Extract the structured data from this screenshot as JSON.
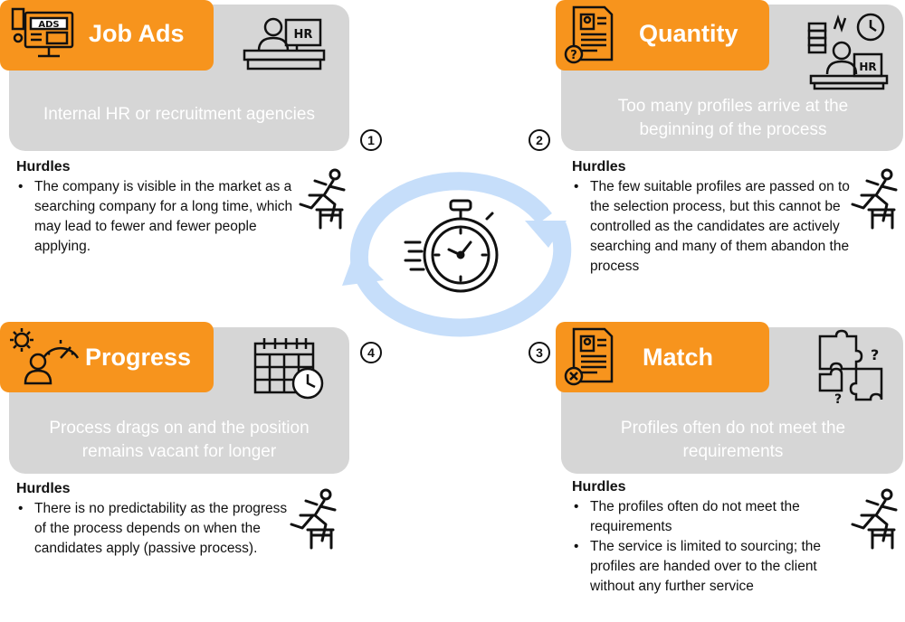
{
  "steps": [
    {
      "number": "1",
      "title": "Job Ads",
      "description": "Internal HR or recruitment agencies",
      "hurdles_heading": "Hurdles",
      "hurdles": [
        "The company is visible in the market as a searching company for a long time, which may lead to fewer and fewer people applying."
      ],
      "icon_tab": "monitor-ads-icon",
      "icon_side": "hr-desk-icon"
    },
    {
      "number": "2",
      "title": "Quantity",
      "description": "Too many profiles arrive at the beginning of the process",
      "hurdles_heading": "Hurdles",
      "hurdles": [
        "The few suitable profiles are passed on to the selection process, but this cannot be controlled as the candidates are actively searching and many of them abandon the process"
      ],
      "icon_tab": "resume-question-icon",
      "icon_side": "stressed-hr-icon"
    },
    {
      "number": "3",
      "title": "Match",
      "description": "Profiles often do not meet the requirements",
      "hurdles_heading": "Hurdles",
      "hurdles": [
        "The profiles often do not meet the requirements",
        "The service is limited to sourcing; the profiles are handed over to the client without any further service"
      ],
      "icon_tab": "resume-rejected-icon",
      "icon_side": "puzzle-icon"
    },
    {
      "number": "4",
      "title": "Progress",
      "description": "Process drags on and the position remains vacant for longer",
      "hurdles_heading": "Hurdles",
      "hurdles": [
        "There is no predictability as the progress of the process depends on when the candidates apply (passive process)."
      ],
      "icon_tab": "person-gear-gauge-icon",
      "icon_side": "calendar-clock-icon"
    }
  ],
  "colors": {
    "accent": "#f7941d",
    "card": "#d6d6d6",
    "cycle_arrow": "#c6defa",
    "text": "#111111"
  }
}
